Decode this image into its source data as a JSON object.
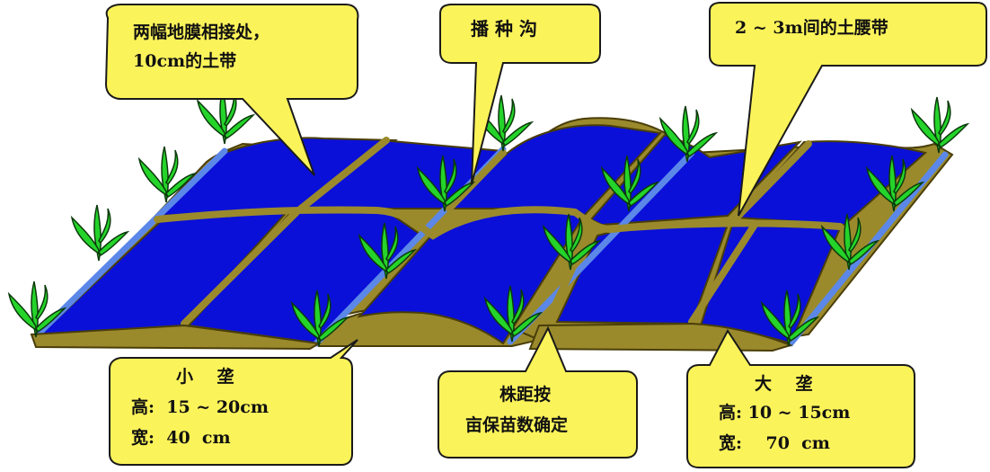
{
  "colors": {
    "film": "#0a10d8",
    "film_edge": "#5b88e8",
    "soil": "#9a8a2c",
    "soil_outline": "#4a3e08",
    "callout_fill": "#fbf35a",
    "callout_stroke": "#1a1a1a",
    "leaf": "#25d42a",
    "leaf_outline": "#0b3a0b"
  },
  "callouts": {
    "seam_strip": {
      "line1": "两幅地膜相接处，",
      "line2": "10cm的土带"
    },
    "sowing_furrow": {
      "text": "播 种 沟"
    },
    "waist_strip": {
      "text": "2 ~ 3m间的土腰带"
    },
    "small_ridge": {
      "title": "小    垄",
      "height": "高:  15 ~ 20cm",
      "width": "宽:  40  cm"
    },
    "plant_spacing": {
      "line1": "株距按",
      "line2": "亩保苗数确定"
    },
    "large_ridge": {
      "title": "大    垄",
      "height": "高: 10 ~ 15cm",
      "width": "宽:    70  cm"
    }
  }
}
